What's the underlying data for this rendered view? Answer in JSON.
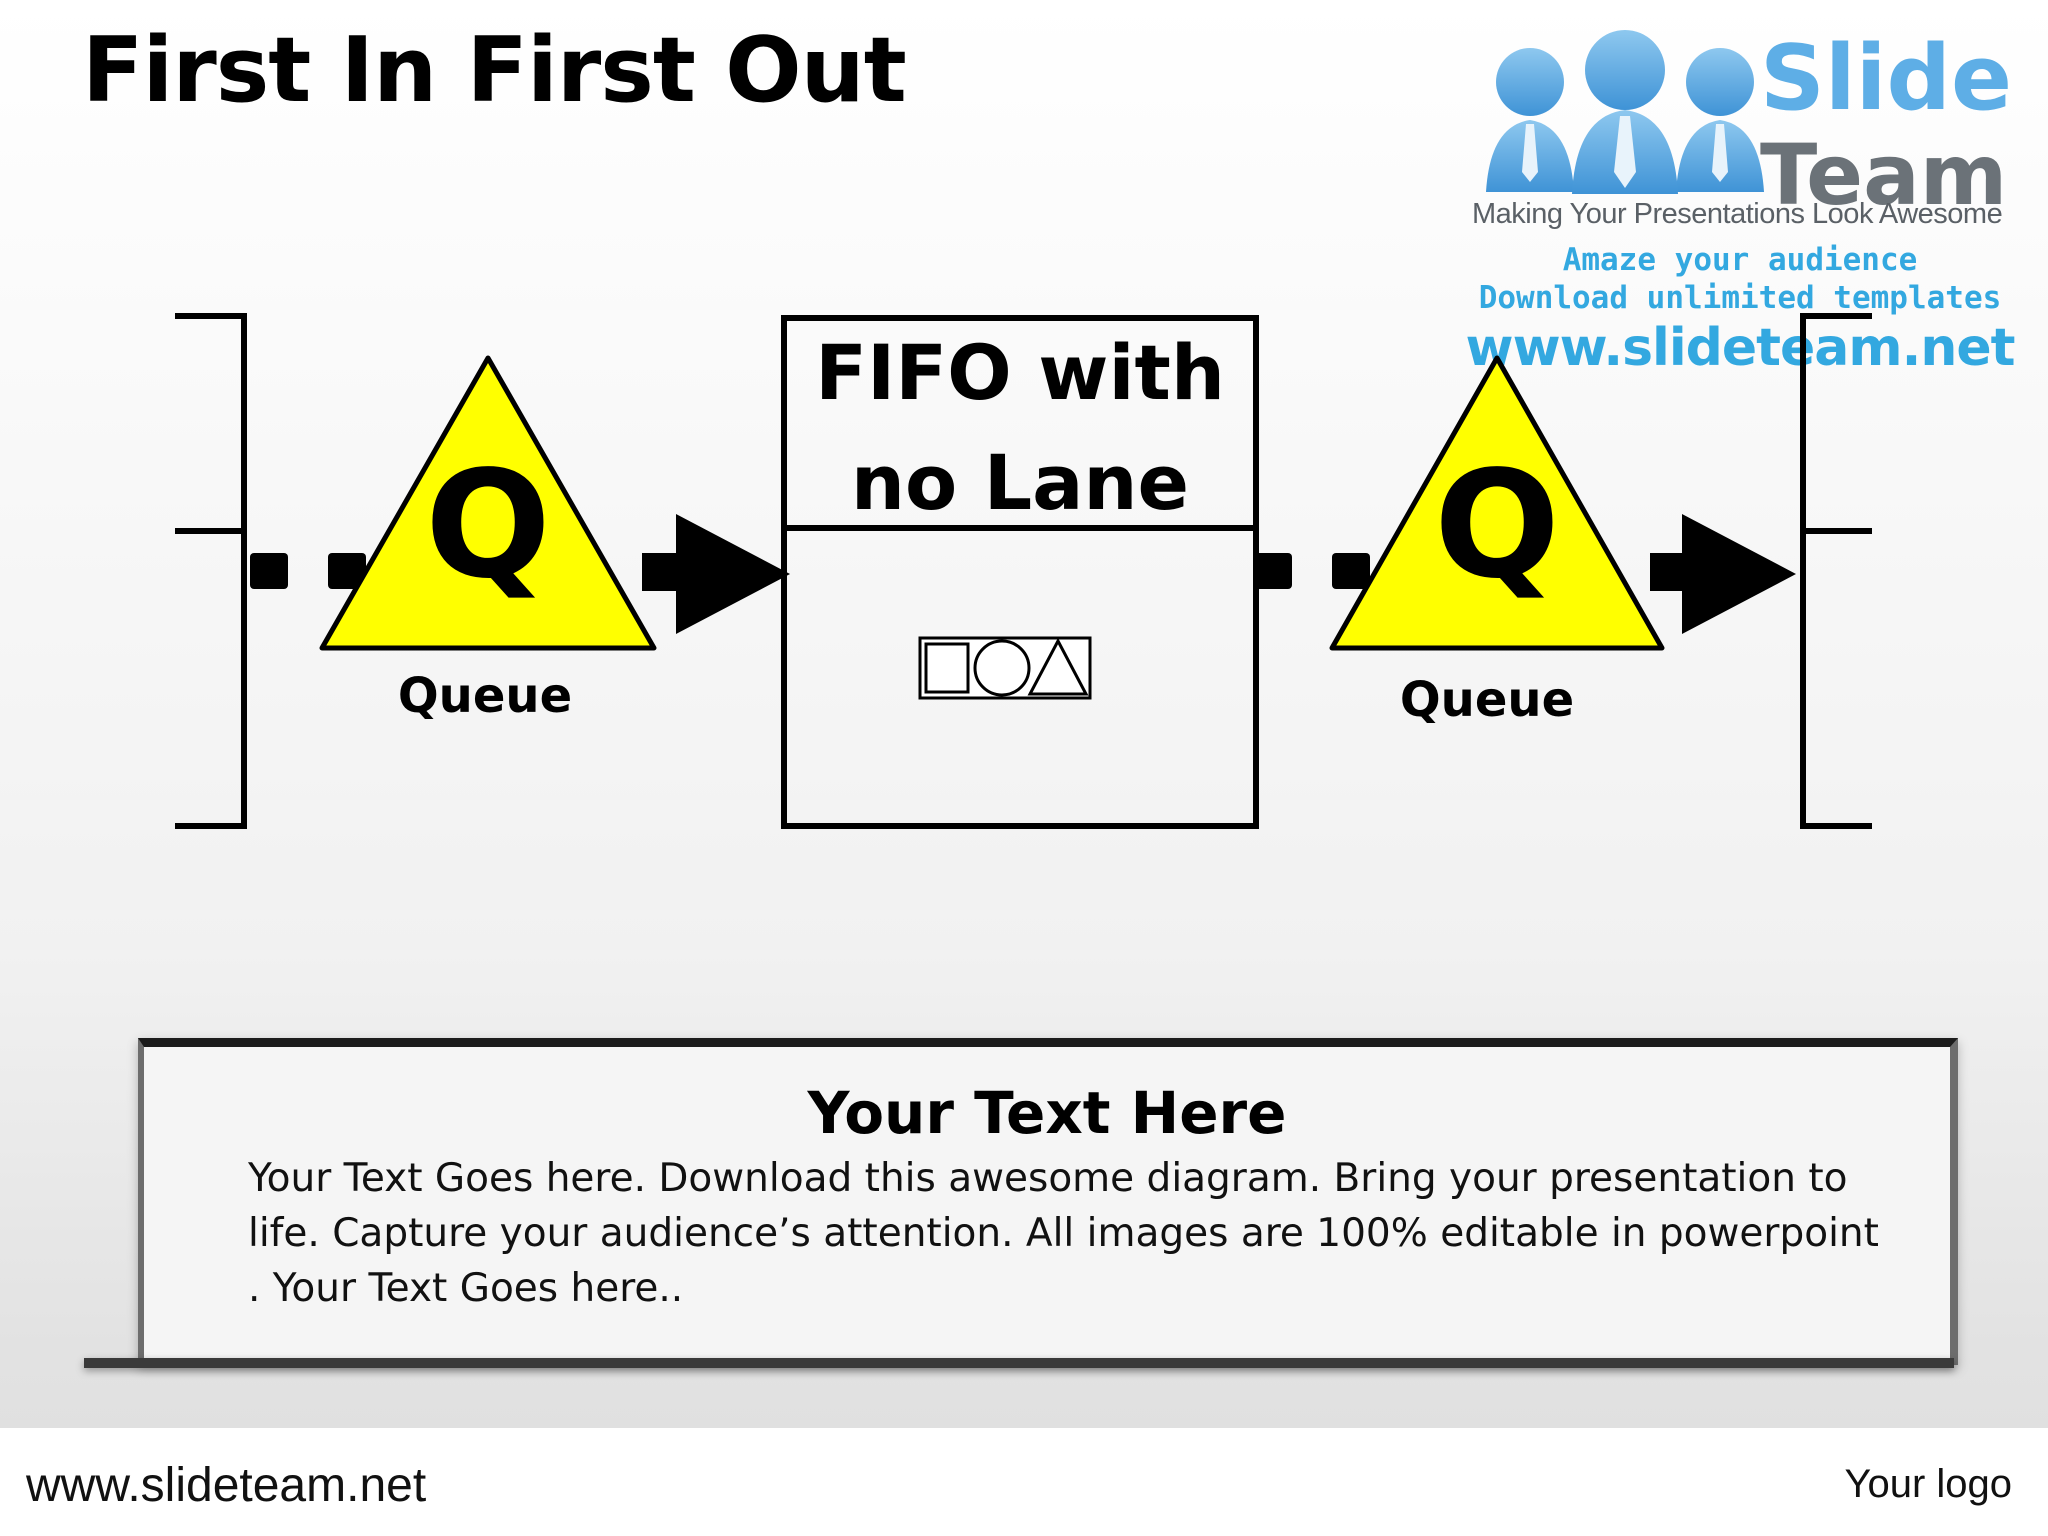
{
  "slide": {
    "title": "First In First Out"
  },
  "brand": {
    "name_line1": "Slide",
    "name_line2": "Team",
    "tagline": "Making Your Presentations Look Awesome",
    "promo_line1": "Amaze your audience",
    "promo_line2": "Download unlimited templates",
    "url": "www.slideteam.net",
    "colors": {
      "accent": "#33a8e0",
      "gray": "#6b7278"
    }
  },
  "diagram": {
    "queue_left": {
      "symbol": "Q",
      "label": "Queue"
    },
    "process": {
      "title_line1": "FIFO with",
      "title_line2": "no Lane",
      "icon": "shapes-icon"
    },
    "queue_right": {
      "symbol": "Q",
      "label": "Queue"
    },
    "colors": {
      "triangle_fill": "#ffff00",
      "stroke": "#000000"
    }
  },
  "textbox": {
    "heading": "Your Text Here",
    "body": "Your Text Goes here. Download this awesome diagram. Bring your presentation to life. Capture your audience’s attention. All images are 100% editable in powerpoint . Your Text Goes here.."
  },
  "footer": {
    "url": "www.slideteam.net",
    "logo_text": "Your logo"
  }
}
